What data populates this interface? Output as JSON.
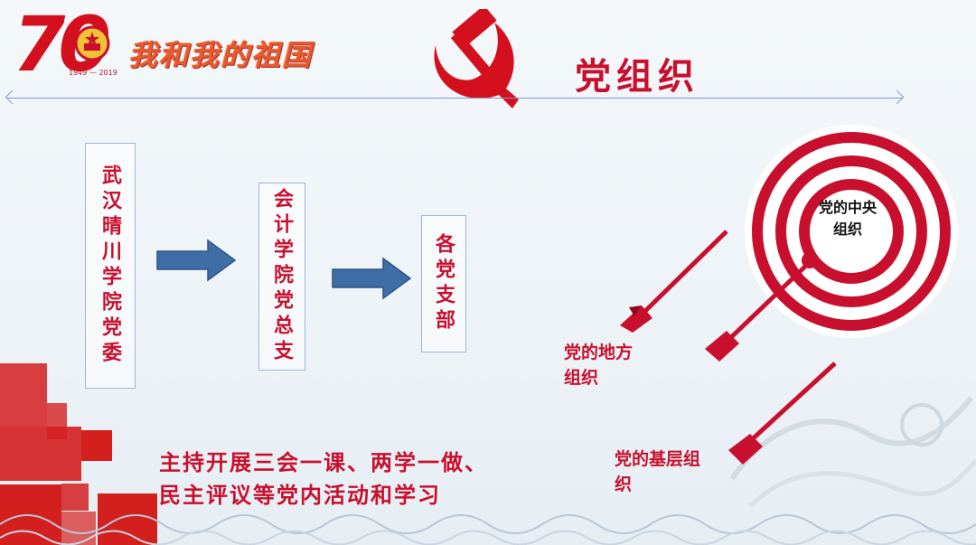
{
  "header": {
    "anniversary_number": "70",
    "years_caption": "1949 — 2019",
    "slogan": "我和我的祖国",
    "title": "党组织"
  },
  "flow": {
    "boxes": [
      "武汉晴川学院党委",
      "会计学院党总支",
      "各党支部"
    ]
  },
  "target": {
    "center_label": "党的中央组织",
    "local_label": "党的地方组织",
    "grassroots_label": "党的基层组织"
  },
  "description": [
    "主持开展三会一课、两学一做、",
    "民主评议等党内活动和学习"
  ],
  "colors": {
    "primary_red": "#c8102e",
    "arrow_blue": "#3d6ea6",
    "line_blue": "#7f97c4"
  },
  "icons": [
    "hammer-sickle-icon",
    "emblem-icon",
    "arrow-right-icon",
    "dart-arrow-icon"
  ]
}
